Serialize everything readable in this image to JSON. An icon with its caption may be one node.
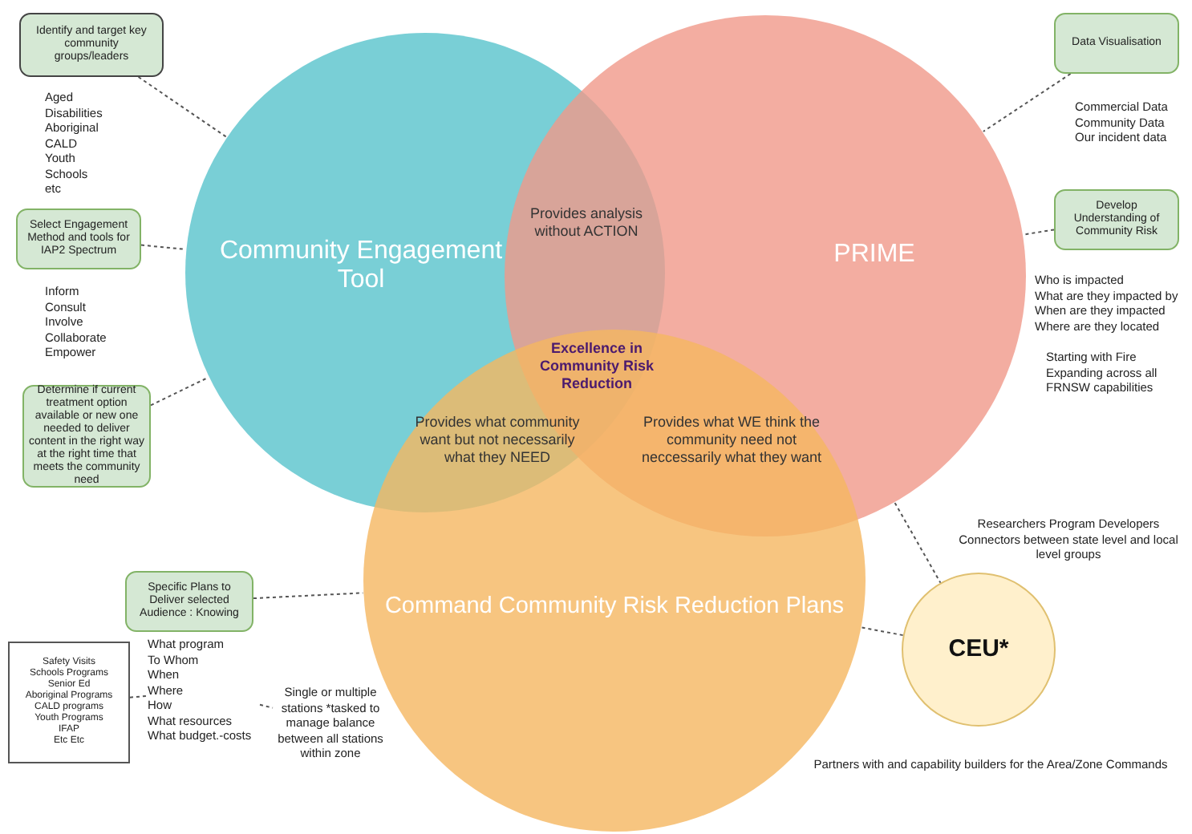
{
  "diagram": {
    "nodes": [
      {
        "text": [
          "Community Engagement Tool"
        ]
      },
      {
        "text": [
          "PRIME"
        ]
      },
      {
        "text": [
          "Command Community Risk Reduction Plans"
        ]
      },
      {
        "text": [
          "CEU*"
        ]
      },
      {
        "text": [
          "Identify and target key community groups/leaders"
        ]
      },
      {
        "text": [
          "Select Engagement Method and tools for IAP2 Spectrum"
        ]
      },
      {
        "text": [
          "Determine if current treatment option available or new one needed to deliver content in the right way at the right time that meets the community need"
        ]
      },
      {
        "text": [
          "Specific Plans to Deliver selected Audience : Knowing"
        ]
      },
      {
        "text": [
          "Data Visualisation"
        ]
      },
      {
        "text": [
          "Develop Understanding of Community Risk"
        ]
      },
      {
        "text": [
          "Safety Visits",
          "Schools Programs",
          "Senior Ed",
          "Aboriginal Programs",
          "CALD programs",
          "Youth Programs",
          "IFAP",
          "Etc Etc"
        ]
      },
      {
        "text": [
          "What program",
          "To Whom",
          "When",
          "Where",
          "How",
          "What resources",
          "What budget.-costs"
        ]
      },
      {
        "text": [
          "Single or multiple stations *tasked to manage balance between all stations within zone"
        ]
      }
    ],
    "edges": [
      {
        "from": 4,
        "to": 0,
        "arrow": "none",
        "style": "dashed"
      },
      {
        "from": 5,
        "to": 0,
        "arrow": "none",
        "style": "dashed"
      },
      {
        "from": 6,
        "to": 0,
        "arrow": "none",
        "style": "dashed"
      },
      {
        "from": 7,
        "to": 2,
        "arrow": "none",
        "style": "dashed"
      },
      {
        "from": 8,
        "to": 1,
        "arrow": "none",
        "style": "dashed"
      },
      {
        "from": 9,
        "to": 1,
        "arrow": "none",
        "style": "dashed"
      },
      {
        "from": 1,
        "to": 3,
        "arrow": "none",
        "style": "dashed"
      },
      {
        "from": 2,
        "to": 3,
        "arrow": "none",
        "style": "dashed"
      },
      {
        "from": 10,
        "to": 11,
        "arrow": "none",
        "style": "dashed"
      },
      {
        "from": 11,
        "to": 12,
        "arrow": "none",
        "style": "dashed"
      }
    ],
    "labels": [
      "Aged",
      "Disabilities",
      "Aboriginal",
      "CALD",
      "Youth",
      "Schools",
      "etc",
      "Inform",
      "Consult",
      "Involve",
      "Collaborate",
      "Empower",
      "Commercial Data",
      "Community Data",
      "Our incident data",
      "Who is impacted",
      "What are they impacted by",
      "When are they impacted",
      "Where are they located",
      "Starting with Fire",
      "Expanding across all",
      "FRNSW capabilities",
      "Provides analysis without ACTION",
      "Excellence in Community Risk Reduction",
      "Provides what community want but not necessarily what they NEED",
      "Provides what WE think the community need not neccessarily what they want",
      "Researchers Program Developers Connectors between state level and local level groups",
      "Partners with and capability builders for the Area/Zone Commands"
    ]
  }
}
